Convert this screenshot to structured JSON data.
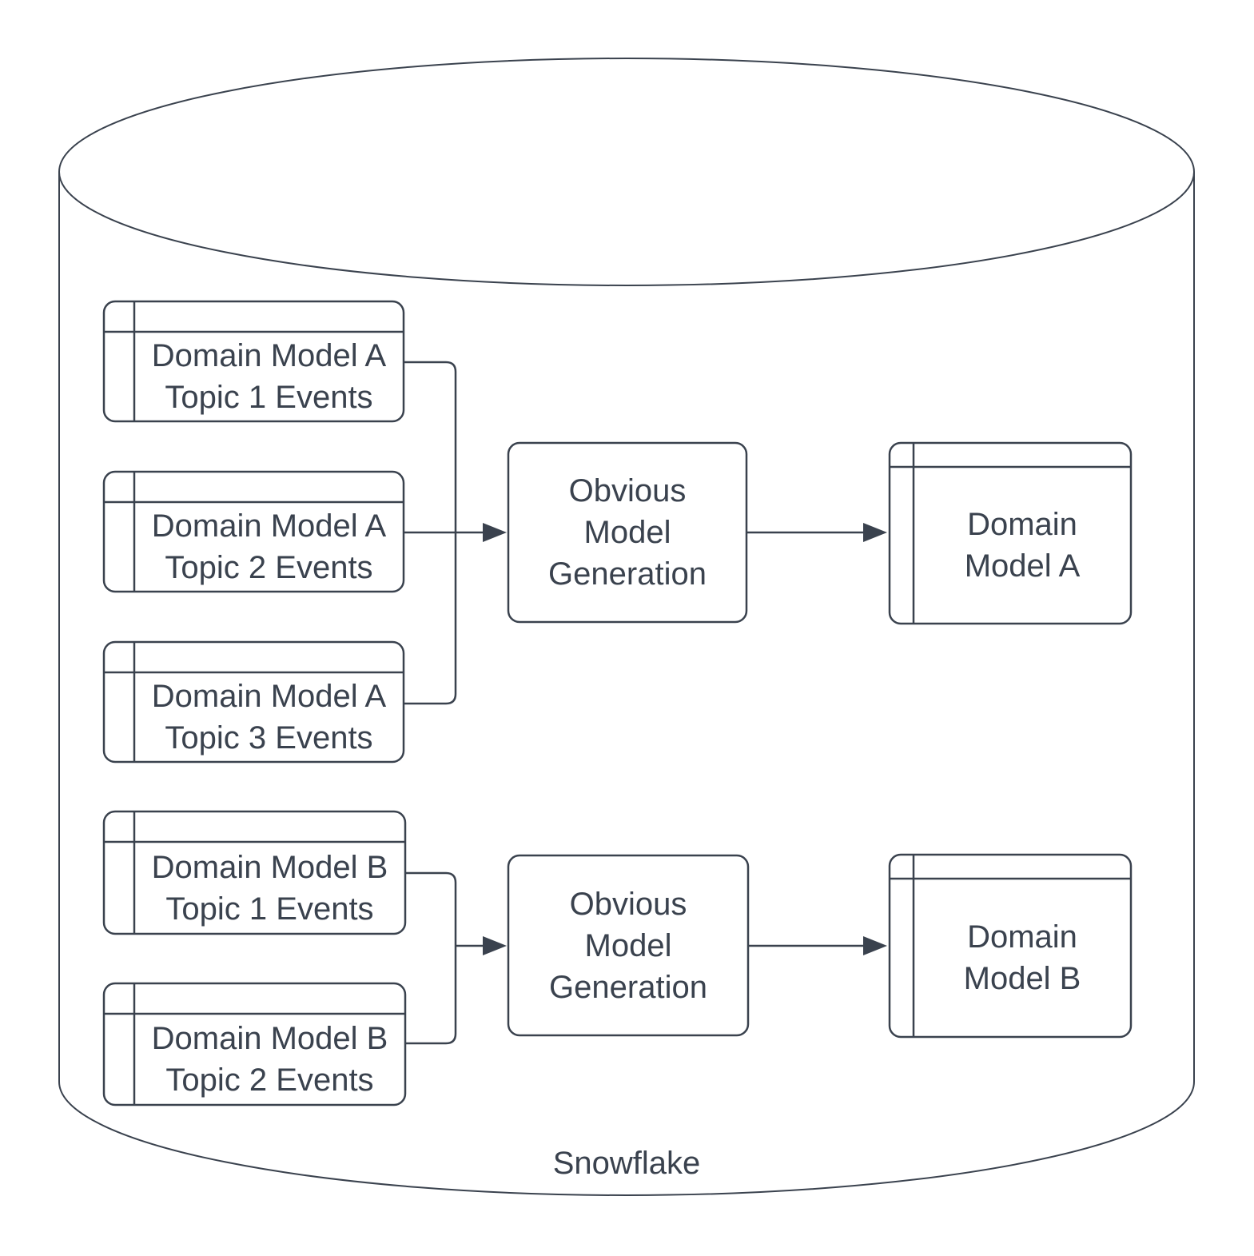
{
  "diagram": {
    "container": {
      "label": "Snowflake",
      "shape": "cylinder"
    },
    "colors": {
      "stroke": "#3A424E",
      "text": "#3A424E",
      "fill": "#FFFFFF"
    },
    "nodes": {
      "source_tables": [
        {
          "id": "table-a-topic1",
          "lines": [
            "Domain Model A",
            "Topic 1 Events"
          ]
        },
        {
          "id": "table-a-topic2",
          "lines": [
            "Domain Model A",
            "Topic 2 Events"
          ]
        },
        {
          "id": "table-a-topic3",
          "lines": [
            "Domain Model A",
            "Topic 3 Events"
          ]
        },
        {
          "id": "table-b-topic1",
          "lines": [
            "Domain Model B",
            "Topic 1 Events"
          ]
        },
        {
          "id": "table-b-topic2",
          "lines": [
            "Domain Model B",
            "Topic 2 Events"
          ]
        }
      ],
      "processes": [
        {
          "id": "process-a",
          "lines": [
            "Obvious",
            "Model",
            "Generation"
          ]
        },
        {
          "id": "process-b",
          "lines": [
            "Obvious",
            "Model",
            "Generation"
          ]
        }
      ],
      "outputs": [
        {
          "id": "output-a",
          "lines": [
            "Domain",
            "Model A"
          ]
        },
        {
          "id": "output-b",
          "lines": [
            "Domain",
            "Model B"
          ]
        }
      ]
    },
    "edges": [
      {
        "from": "table-a-topic1",
        "to": "process-a"
      },
      {
        "from": "table-a-topic2",
        "to": "process-a"
      },
      {
        "from": "table-a-topic3",
        "to": "process-a"
      },
      {
        "from": "process-a",
        "to": "output-a"
      },
      {
        "from": "table-b-topic1",
        "to": "process-b"
      },
      {
        "from": "table-b-topic2",
        "to": "process-b"
      },
      {
        "from": "process-b",
        "to": "output-b"
      }
    ]
  }
}
